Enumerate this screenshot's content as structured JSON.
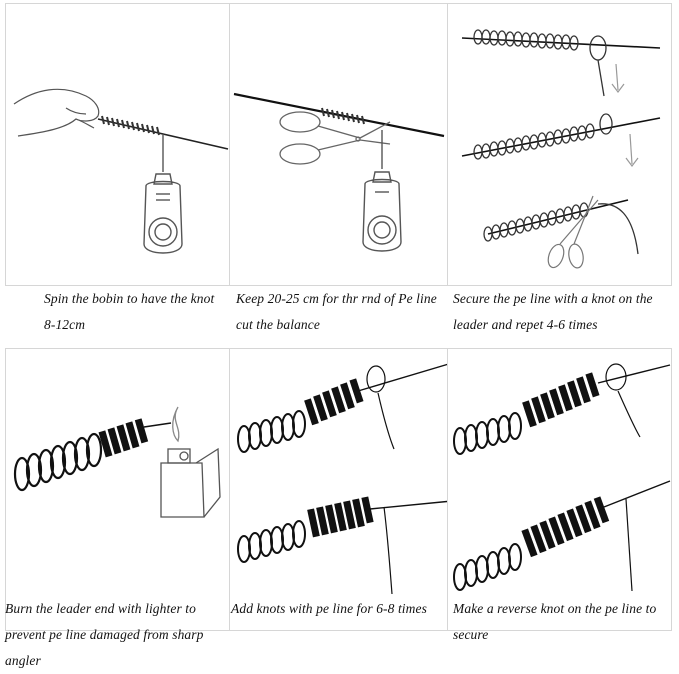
{
  "steps": [
    {
      "caption": "Spin the bobin to have the knot 8-12cm"
    },
    {
      "caption": "Keep 20-25 cm for thr rnd of Pe line cut the balance"
    },
    {
      "caption": "Secure the pe line with a knot on the leader and repet 4-6 times"
    },
    {
      "caption": "Burn the leader end with lighter to prevent pe line damaged from sharp angler"
    },
    {
      "caption": "Add knots with pe line for 6-8 times"
    },
    {
      "caption": "Make a reverse knot on the pe line to secure"
    }
  ],
  "colors": {
    "ink": "#1a1a1a",
    "grey": "#8a8a8a",
    "border": "#d6d6d6"
  }
}
